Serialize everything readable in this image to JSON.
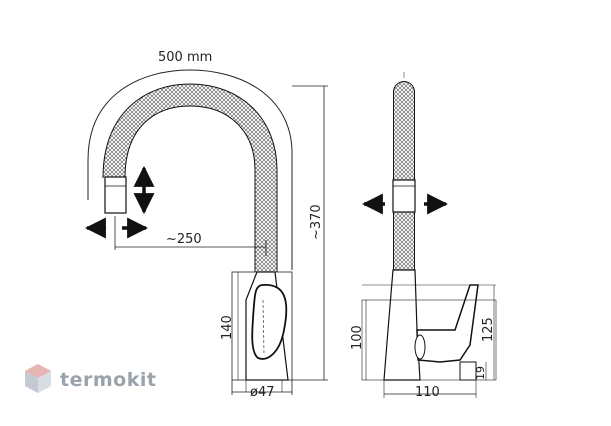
{
  "dimensions": {
    "hose_length": "500 mm",
    "reach": "~250",
    "height": "~370",
    "base_height_front": "140",
    "base_diameter": "ø47",
    "base_height_side": "100",
    "lever_height": "125",
    "side_width": "110",
    "thread_height": "19"
  },
  "brand": {
    "name": "termokit",
    "colors": {
      "primary": "#9aa3ab",
      "accent": "#e8b4b4"
    }
  },
  "style": {
    "line_color": "#111111",
    "hose_fill": "#d9d9d9"
  }
}
